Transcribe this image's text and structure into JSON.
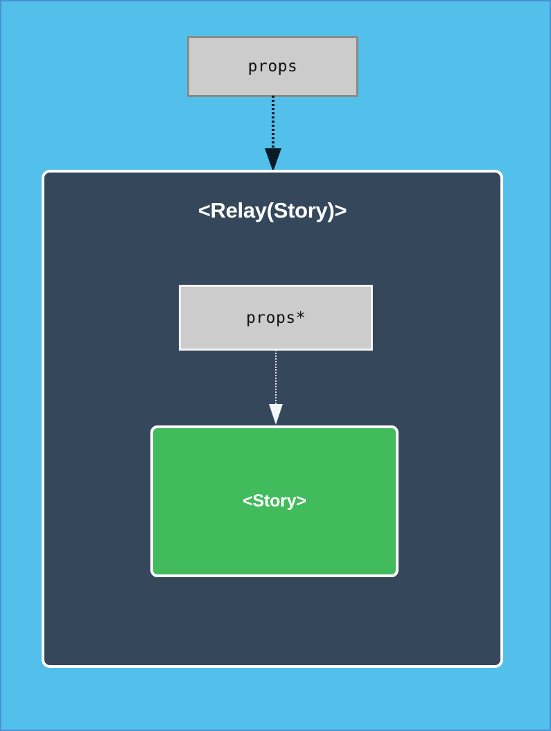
{
  "diagram": {
    "background_color": "#52c0ea",
    "border_color": "#4a8fd4",
    "outer_props": {
      "label": "props",
      "fill": "#cccccc",
      "border": "#8a8a8a"
    },
    "outer_arrow": {
      "name": "dashed-arrow-down",
      "color": "#0b1a25",
      "style": "dotted"
    },
    "relay_panel": {
      "title": "<Relay(Story)>",
      "fill": "#35475b",
      "border": "#ffffff",
      "inner_props": {
        "label": "props*",
        "fill": "#cccccc",
        "border": "#f2f2f2"
      },
      "inner_arrow": {
        "name": "dotted-arrow-down",
        "color": "#e8eef2",
        "style": "dotted"
      },
      "story": {
        "label": "<Story>",
        "fill": "#41bb5c",
        "border": "#ffffff"
      }
    }
  }
}
